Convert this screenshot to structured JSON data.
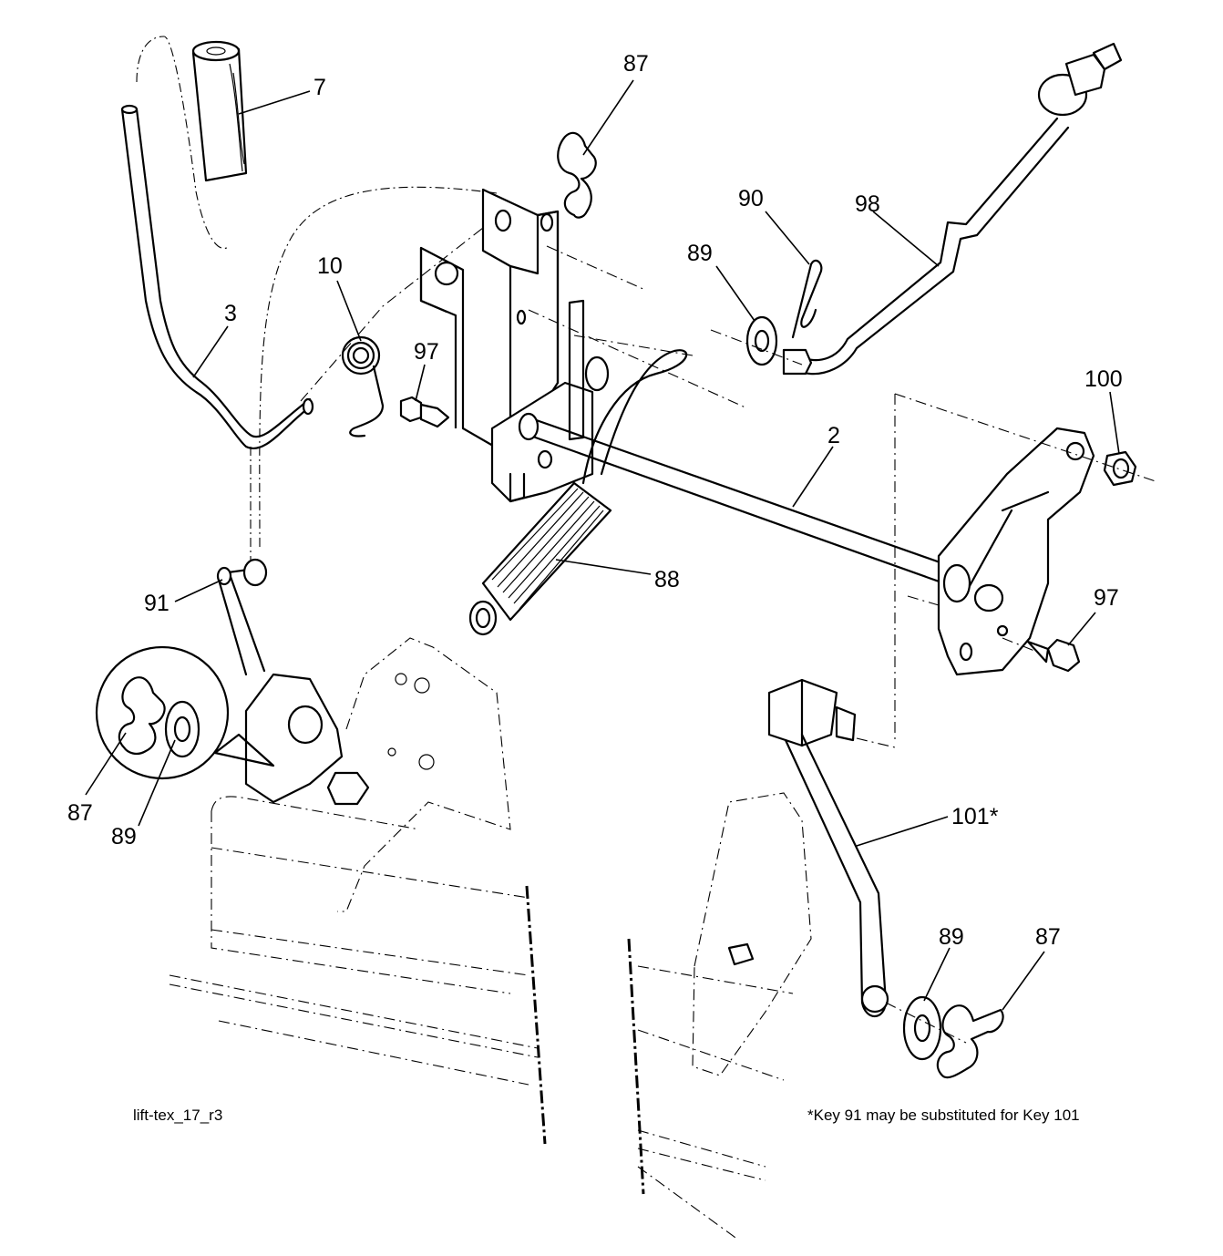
{
  "diagram": {
    "drawing_id": "lift-tex_17_r3",
    "footnote": "*Key 91 may be substituted for Key 101",
    "callouts": [
      {
        "key": "7",
        "label": "7"
      },
      {
        "key": "87a",
        "label": "87"
      },
      {
        "key": "90",
        "label": "90"
      },
      {
        "key": "98",
        "label": "98"
      },
      {
        "key": "89a",
        "label": "89"
      },
      {
        "key": "10",
        "label": "10"
      },
      {
        "key": "3",
        "label": "3"
      },
      {
        "key": "97a",
        "label": "97"
      },
      {
        "key": "100",
        "label": "100"
      },
      {
        "key": "2",
        "label": "2"
      },
      {
        "key": "88",
        "label": "88"
      },
      {
        "key": "97b",
        "label": "97"
      },
      {
        "key": "91",
        "label": "91"
      },
      {
        "key": "87b",
        "label": "87"
      },
      {
        "key": "89b",
        "label": "89"
      },
      {
        "key": "101",
        "label": "101*"
      },
      {
        "key": "89c",
        "label": "89"
      },
      {
        "key": "87c",
        "label": "87"
      }
    ]
  }
}
